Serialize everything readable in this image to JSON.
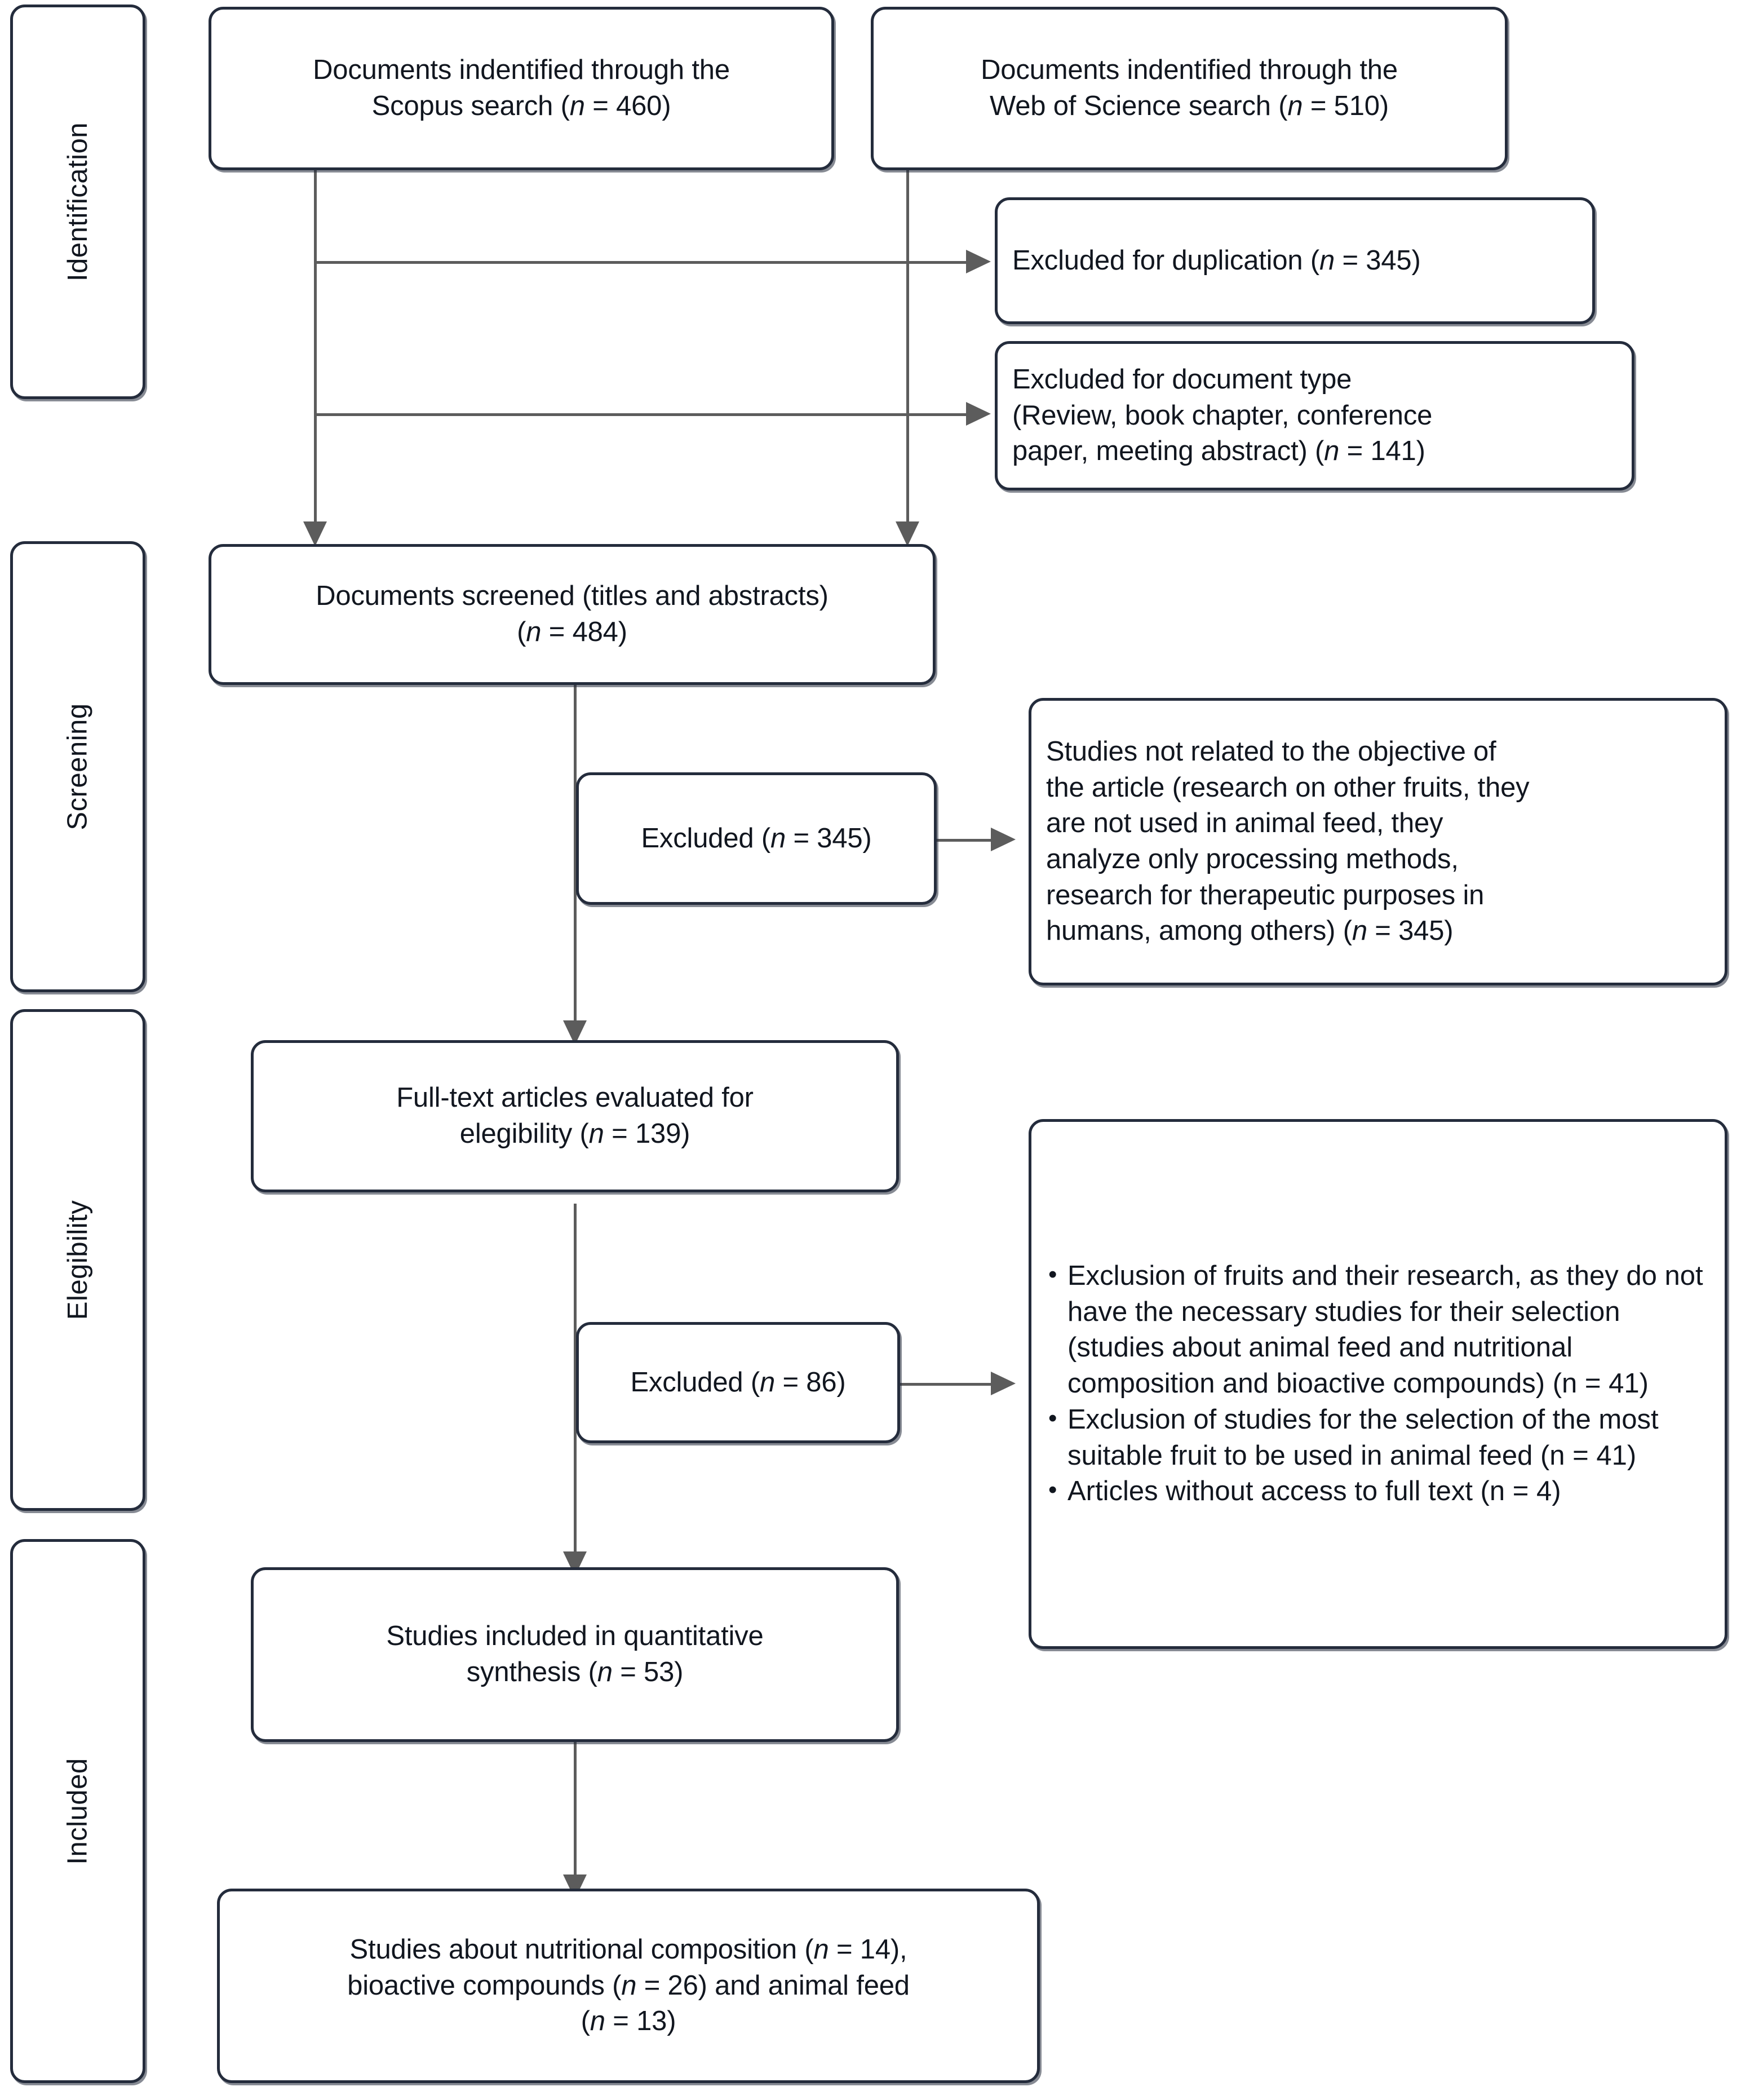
{
  "diagram": {
    "type": "prisma-flow-diagram",
    "phases": [
      {
        "id": "identification",
        "label": "Identification"
      },
      {
        "id": "screening",
        "label": "Screening"
      },
      {
        "id": "elegibility",
        "label": "Elegibility"
      },
      {
        "id": "included",
        "label": "Included"
      }
    ],
    "boxes": {
      "scopus": {
        "line1": "Documents indentified through the",
        "line2_pre": "Scopus search (",
        "line2_n": "n",
        "line2_post": " = 460)"
      },
      "wos": {
        "line1": "Documents indentified through the",
        "line2_pre": "Web of Science search (",
        "line2_n": "n",
        "line2_post": " = 510)"
      },
      "excluded_duplication": {
        "pre": "Excluded for duplication (",
        "n": "n",
        "post": " = 345)"
      },
      "excluded_doctype": {
        "line1": "Excluded for document type",
        "line2": "(Review, book chapter, conference",
        "line3_pre": "paper, meeting abstract) (",
        "line3_n": "n",
        "line3_post": " = 141)"
      },
      "screened": {
        "line1": "Documents screened (titles and abstracts)",
        "line2_pre": "(",
        "line2_n": "n",
        "line2_post": " = 484)"
      },
      "excluded_screening": {
        "pre": "Excluded (",
        "n": "n",
        "post": " = 345)"
      },
      "not_related": {
        "line1": "Studies not related to the objective of",
        "line2": "the article (research on other fruits, they",
        "line3": "are not used in animal feed, they",
        "line4": "analyze only processing methods,",
        "line5": "research for therapeutic purposes in",
        "line6_pre": "humans, among others) (",
        "line6_n": "n",
        "line6_post": " = 345)"
      },
      "fulltext": {
        "line1": "Full-text articles evaluated for",
        "line2_pre": "elegibility (",
        "line2_n": "n",
        "line2_post": " = 139)"
      },
      "excluded_eligibility": {
        "pre": "Excluded (",
        "n": "n",
        "post": " = 86)"
      },
      "exclusion_reasons": {
        "items": [
          {
            "text_pre": "Exclusion of fruits and their research, as they do not have the necessary studies for their selection (studies about animal feed and nutritional composition and bioactive compounds) (",
            "n": "n",
            "text_post": " = 41)"
          },
          {
            "text_pre": "Exclusion of studies for the selection of the most suitable fruit to be used in animal feed (",
            "n": "n",
            "text_post": " = 41)"
          },
          {
            "text_pre": "Articles without access to full text (",
            "n": "n",
            "text_post": " = 4)"
          }
        ]
      },
      "included_quant": {
        "line1": "Studies included in quantitative",
        "line2_pre": "synthesis (",
        "line2_n": "n",
        "line2_post": " = 53)"
      },
      "final_breakdown": {
        "line1_pre": "Studies about nutritional composition (",
        "line1_n": "n",
        "line1_mid": " = 14),",
        "line2_pre": "bioactive compounds (",
        "line2_n": "n",
        "line2_mid": " = 26) and animal feed",
        "line3_pre": "(",
        "line3_n": "n",
        "line3_post": " = 13)"
      }
    },
    "colors": {
      "box_border": "#242c3c",
      "connector": "#5c5c5c",
      "text": "#11161f",
      "background": "#ffffff"
    }
  }
}
